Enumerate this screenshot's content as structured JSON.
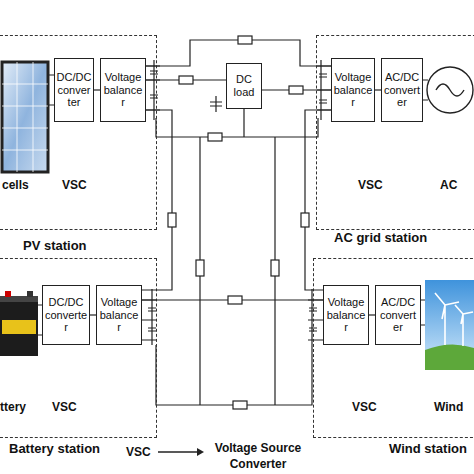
{
  "diagram": {
    "nodes": [
      {
        "text": [
          "PV station"
        ]
      },
      {
        "text": [
          "DC/DC converter"
        ],
        "in": 0
      },
      {
        "text": [
          "Voltage balancer"
        ],
        "in": 0
      },
      {
        "text": [
          "AC grid station"
        ]
      },
      {
        "text": [
          "Voltage balancer"
        ],
        "in": 3
      },
      {
        "text": [
          "AC/DC converter"
        ],
        "in": 3
      },
      {
        "text": [
          "DC load"
        ]
      },
      {
        "text": [
          "Battery station"
        ]
      },
      {
        "text": [
          "DC/DC converter"
        ],
        "in": 7
      },
      {
        "text": [
          "Voltage balancer"
        ],
        "in": 7
      },
      {
        "text": [
          "Wind station"
        ]
      },
      {
        "text": [
          "Voltage balancer"
        ],
        "in": 10
      },
      {
        "text": [
          "AC/DC converter"
        ],
        "in": 10
      }
    ],
    "edges": [
      {
        "from": 1,
        "to": 2,
        "arrow": "none"
      },
      {
        "from": 2,
        "to": 6,
        "arrow": "none"
      },
      {
        "from": 2,
        "to": 4,
        "arrow": "none"
      },
      {
        "from": 6,
        "to": 4,
        "arrow": "none"
      },
      {
        "from": 5,
        "to": 4,
        "arrow": "none"
      },
      {
        "from": 2,
        "to": 9,
        "arrow": "none"
      },
      {
        "from": 4,
        "to": 11,
        "arrow": "none"
      },
      {
        "from": 8,
        "to": 9,
        "arrow": "none"
      },
      {
        "from": 12,
        "to": 11,
        "arrow": "none"
      },
      {
        "from": 9,
        "to": 11,
        "arrow": "none"
      }
    ],
    "labels": [
      "cells",
      "VSC",
      "AC",
      "VSC",
      "ttery",
      "VSC",
      "Wind",
      "VSC",
      "VSC",
      "Voltage Source Converter"
    ]
  }
}
